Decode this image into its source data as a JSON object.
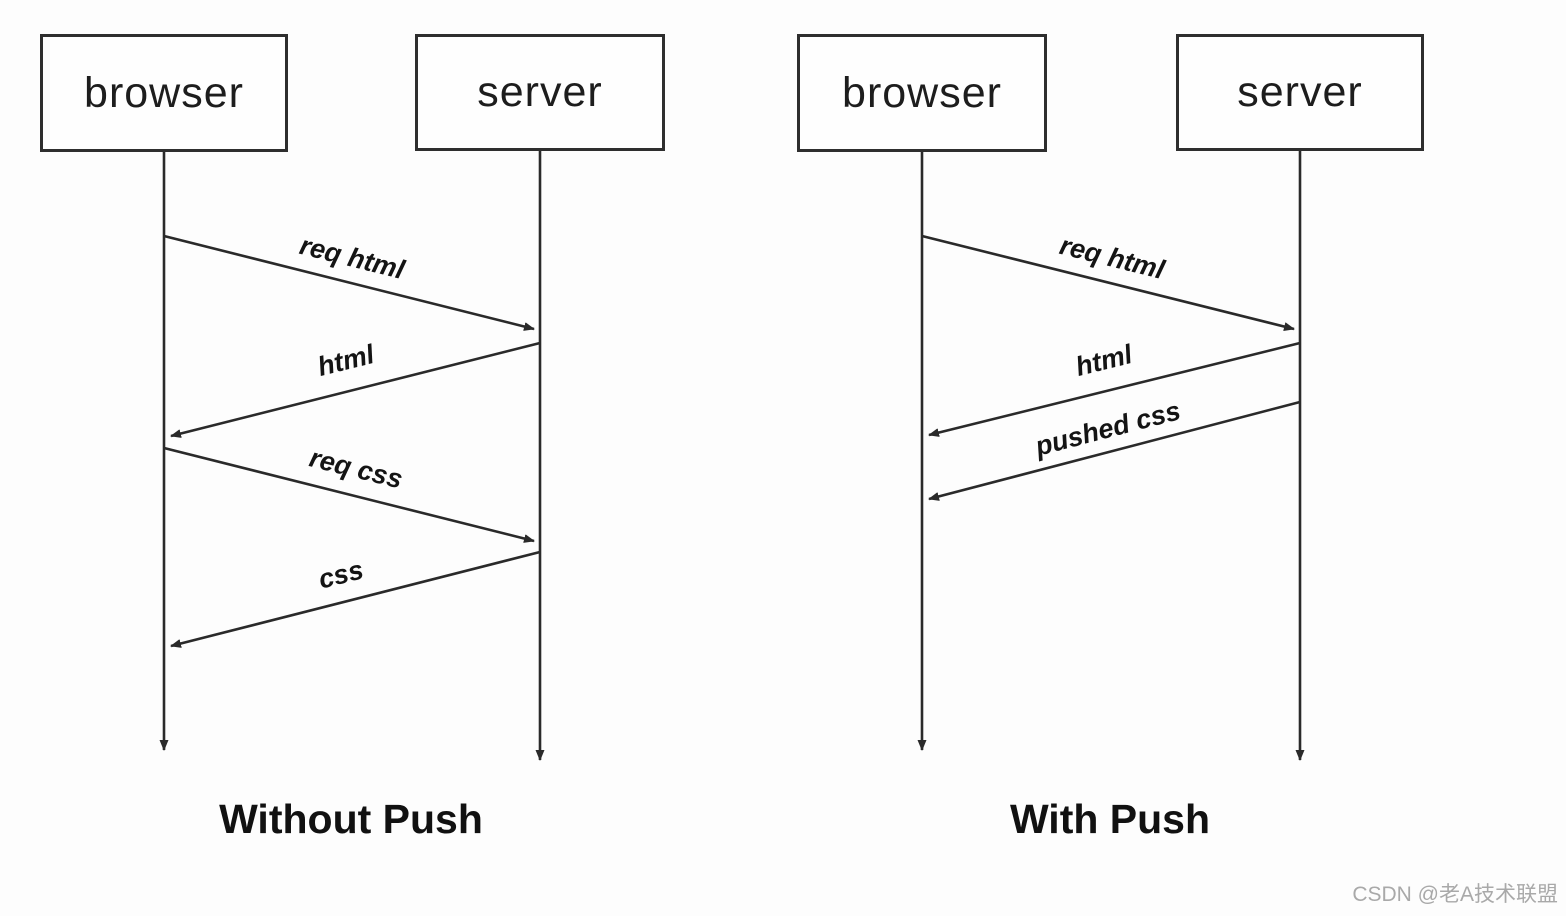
{
  "page": {
    "background": "#fdfdfd",
    "line_color": "#2a2a2a",
    "text_color": "#141414"
  },
  "watermark": {
    "text": "CSDN @老A技术联盟",
    "color": "#a9a9a9"
  },
  "diagrams": [
    {
      "id": "without-push",
      "caption": "Without Push",
      "actors": [
        {
          "label": "browser"
        },
        {
          "label": "server"
        }
      ],
      "messages": [
        {
          "label": "req html",
          "from": "browser",
          "to": "server"
        },
        {
          "label": "html",
          "from": "server",
          "to": "browser"
        },
        {
          "label": "req css",
          "from": "browser",
          "to": "server"
        },
        {
          "label": "css",
          "from": "server",
          "to": "browser"
        }
      ]
    },
    {
      "id": "with-push",
      "caption": "With Push",
      "actors": [
        {
          "label": "browser"
        },
        {
          "label": "server"
        }
      ],
      "messages": [
        {
          "label": "req html",
          "from": "browser",
          "to": "server"
        },
        {
          "label": "html",
          "from": "server",
          "to": "browser"
        },
        {
          "label": "pushed css",
          "from": "server",
          "to": "browser"
        }
      ]
    }
  ]
}
